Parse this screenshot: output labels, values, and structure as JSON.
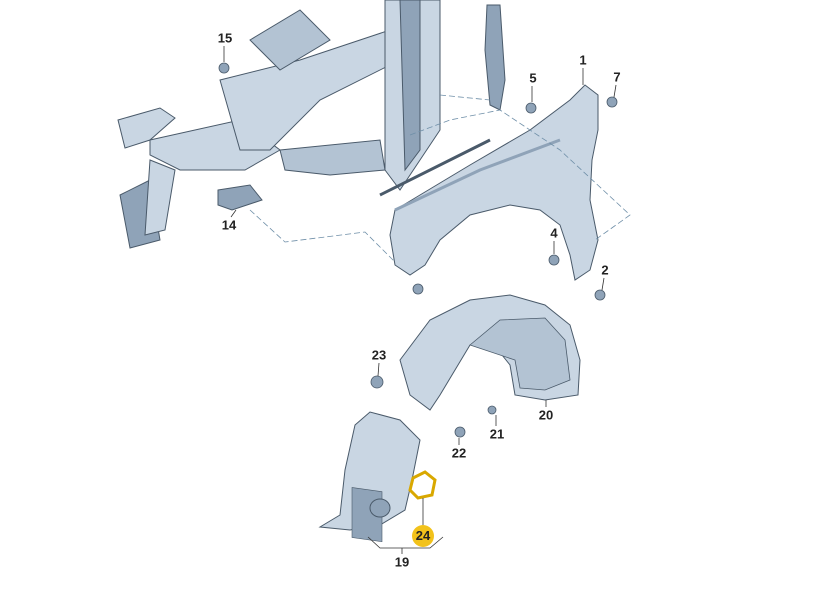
{
  "diagram": {
    "colors": {
      "part_fill": "#c9d6e3",
      "part_dark": "#8fa3b8",
      "outline": "#4a5a6a",
      "highlight": "#f2c21b",
      "dash": "#6f8fa8"
    },
    "callouts": [
      {
        "id": "15",
        "part": "bolt"
      },
      {
        "id": "14",
        "part": "bracket"
      },
      {
        "id": "5",
        "part": "bolt"
      },
      {
        "id": "1",
        "part": "fender"
      },
      {
        "id": "7",
        "part": "bolt"
      },
      {
        "id": "4",
        "part": "nut"
      },
      {
        "id": "2",
        "part": "bolt"
      },
      {
        "id": "23",
        "part": "clip"
      },
      {
        "id": "20",
        "part": "wheel-housing-liner"
      },
      {
        "id": "21",
        "part": "nut"
      },
      {
        "id": "22",
        "part": "bolt"
      },
      {
        "id": "24",
        "part": "seal",
        "highlighted": true
      },
      {
        "id": "19",
        "part": "liner-front-section"
      }
    ]
  }
}
